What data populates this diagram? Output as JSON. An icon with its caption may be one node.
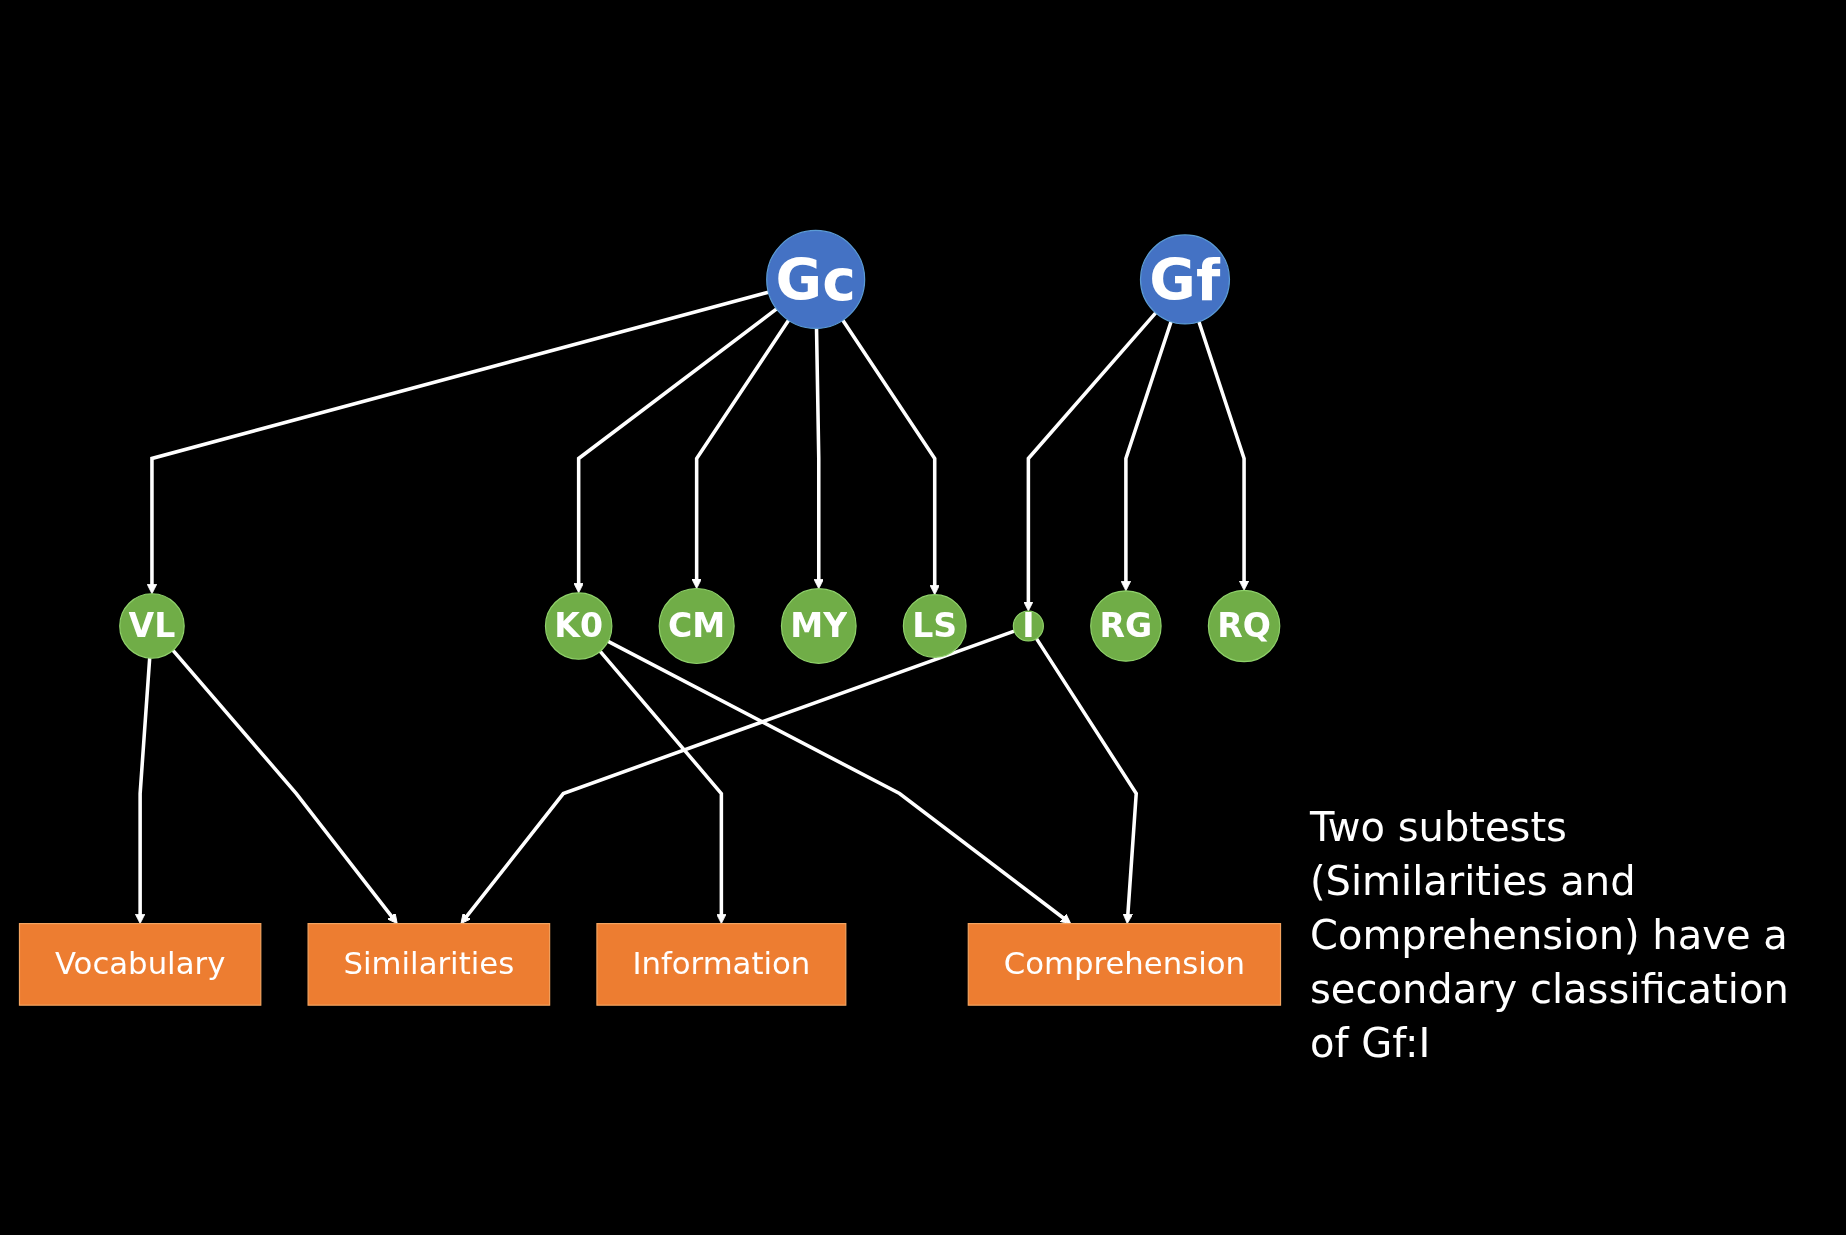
{
  "diagram": {
    "nodes": [
      {
        "text": [
          "Gc"
        ]
      },
      {
        "text": [
          "Gf"
        ]
      },
      {
        "text": [
          "VL"
        ]
      },
      {
        "text": [
          "K0"
        ]
      },
      {
        "text": [
          "CM"
        ]
      },
      {
        "text": [
          "MY"
        ]
      },
      {
        "text": [
          "LS"
        ]
      },
      {
        "text": [
          "I"
        ]
      },
      {
        "text": [
          "RG"
        ]
      },
      {
        "text": [
          "RQ"
        ]
      },
      {
        "text": [
          "Vocabulary"
        ]
      },
      {
        "text": [
          "Information"
        ]
      },
      {
        "text": [
          "Similarities"
        ]
      },
      {
        "text": [
          "Comprehension"
        ]
      }
    ],
    "edges": [
      {
        "from": 0,
        "to": 2,
        "arrow": "to"
      },
      {
        "from": 0,
        "to": 3,
        "arrow": "to"
      },
      {
        "from": 0,
        "to": 4,
        "arrow": "to"
      },
      {
        "from": 0,
        "to": 5,
        "arrow": "to"
      },
      {
        "from": 0,
        "to": 6,
        "arrow": "to"
      },
      {
        "from": 1,
        "to": 7,
        "arrow": "to"
      },
      {
        "from": 1,
        "to": 8,
        "arrow": "to"
      },
      {
        "from": 1,
        "to": 9,
        "arrow": "to"
      },
      {
        "from": 2,
        "to": 10,
        "arrow": "to"
      },
      {
        "from": 2,
        "to": 12,
        "arrow": "to"
      },
      {
        "from": 3,
        "to": 11,
        "arrow": "to"
      },
      {
        "from": 3,
        "to": 13,
        "arrow": "to"
      },
      {
        "from": 7,
        "to": 12,
        "arrow": "to"
      },
      {
        "from": 7,
        "to": 13,
        "arrow": "to"
      }
    ],
    "labels": [
      "Two subtests (Similarities and Comprehension) have a secondary classification of Gf:I"
    ]
  }
}
